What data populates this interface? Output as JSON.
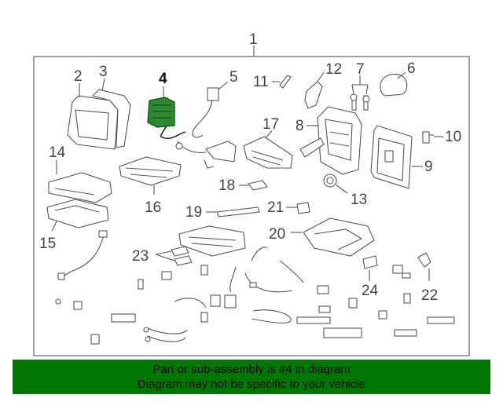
{
  "diagram": {
    "callouts": {
      "c1": "1",
      "c2": "2",
      "c3": "3",
      "c4": "4",
      "c5": "5",
      "c6": "6",
      "c7": "7",
      "c8": "8",
      "c9": "9",
      "c10": "10",
      "c11": "11",
      "c12": "12",
      "c13": "13",
      "c14": "14",
      "c15": "15",
      "c16": "16",
      "c17": "17",
      "c18": "18",
      "c19": "19",
      "c20": "20",
      "c21": "21",
      "c22": "22",
      "c23": "23",
      "c24": "24"
    },
    "highlighted_part": "4",
    "highlight_color": "#2f8a2f"
  },
  "footer": {
    "line1": "Part or sub-assembly is #4 in diagram",
    "line2": "Diagram may not be specific to your vehicle",
    "background": "#007700"
  }
}
